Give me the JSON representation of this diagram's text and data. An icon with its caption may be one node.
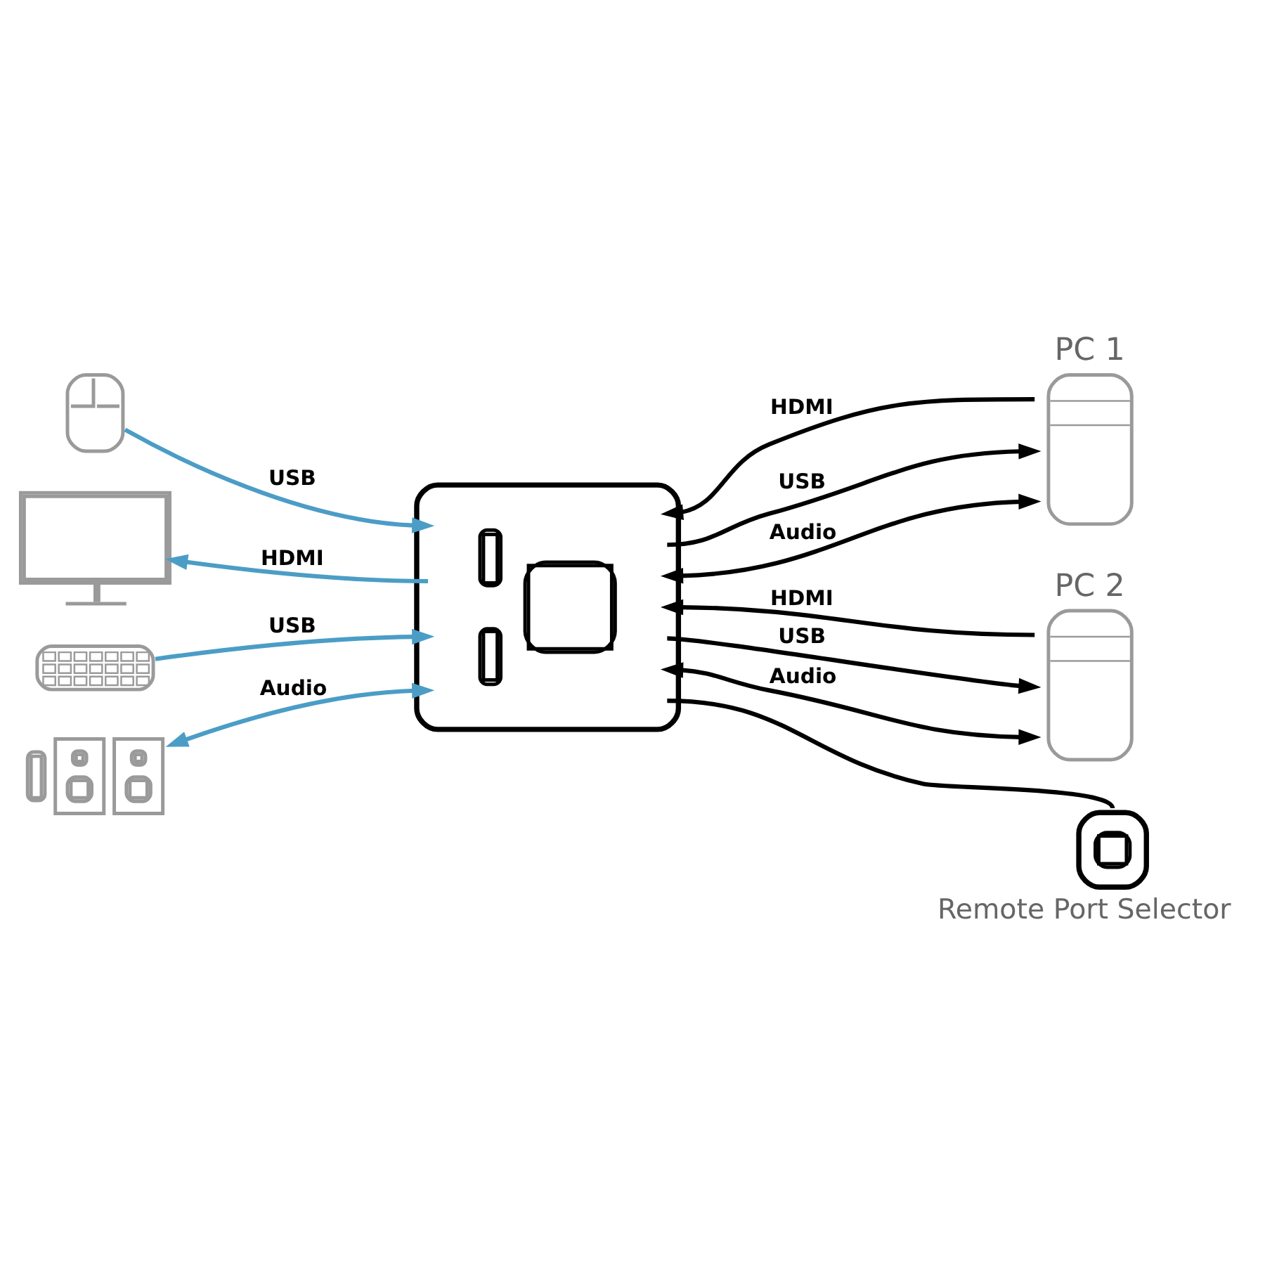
{
  "diagram": {
    "nodes": [
      {
        "text": [],
        "shape": "picture"
      },
      {
        "text": [],
        "shape": "picture"
      },
      {
        "text": [],
        "shape": "picture"
      },
      {
        "text": [],
        "shape": "picture"
      },
      {
        "text": [],
        "shape": "box"
      },
      {
        "text": [
          "PC 1"
        ]
      },
      {
        "text": [
          "PC 2"
        ]
      },
      {
        "text": [
          "Remote Port Selector"
        ]
      }
    ],
    "edges": [
      {
        "from": 0,
        "to": 4,
        "arrow": "to",
        "label": "USB",
        "color": "#4b9dc6"
      },
      {
        "from": 4,
        "to": 1,
        "arrow": "to",
        "label": "HDMI",
        "color": "#4b9dc6"
      },
      {
        "from": 2,
        "to": 4,
        "arrow": "to",
        "label": "USB",
        "color": "#4b9dc6"
      },
      {
        "from": 4,
        "to": 3,
        "arrow": "both",
        "label": "Audio",
        "color": "#4b9dc6"
      },
      {
        "from": 5,
        "to": 4,
        "arrow": "to",
        "label": "HDMI"
      },
      {
        "from": 4,
        "to": 5,
        "arrow": "to",
        "label": "USB"
      },
      {
        "from": 4,
        "to": 5,
        "arrow": "both",
        "label": "Audio"
      },
      {
        "from": 6,
        "to": 4,
        "arrow": "to",
        "label": "HDMI"
      },
      {
        "from": 4,
        "to": 6,
        "arrow": "to",
        "label": "USB"
      },
      {
        "from": 4,
        "to": 6,
        "arrow": "both",
        "label": "Audio"
      },
      {
        "from": 4,
        "to": 7,
        "arrow": "none"
      }
    ]
  }
}
